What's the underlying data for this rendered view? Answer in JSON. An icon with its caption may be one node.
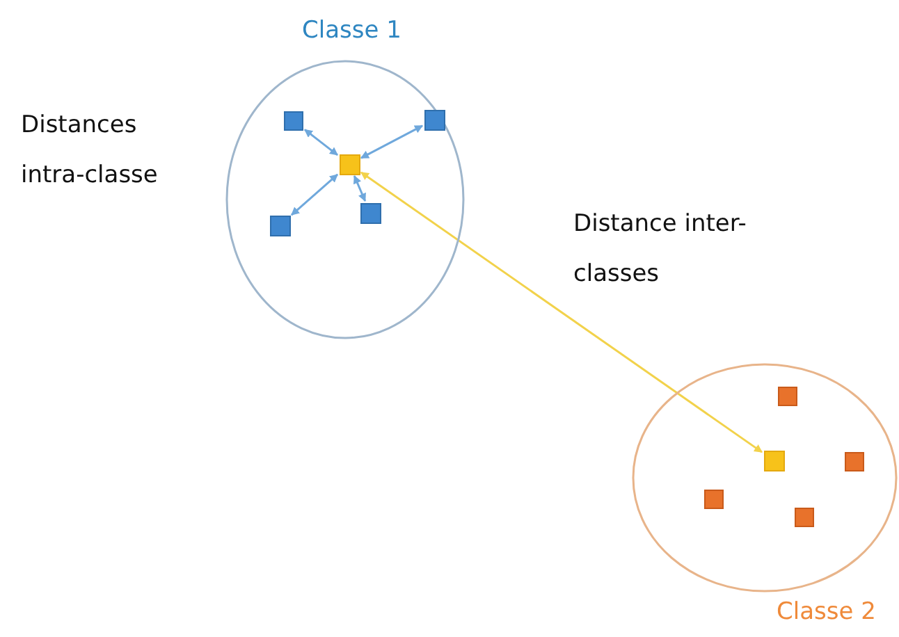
{
  "diagram": {
    "nodes": [
      {
        "text": [
          "Classe 1"
        ]
      },
      {
        "text": [],
        "shape": "box",
        "in": 0
      },
      {
        "text": [],
        "shape": "box",
        "in": 0
      },
      {
        "text": [],
        "shape": "box",
        "in": 0
      },
      {
        "text": [],
        "shape": "box",
        "in": 0
      },
      {
        "text": [],
        "shape": "box",
        "in": 0
      },
      {
        "text": [
          "Classe 2"
        ]
      },
      {
        "text": [],
        "shape": "box",
        "in": 6
      },
      {
        "text": [],
        "shape": "box",
        "in": 6
      },
      {
        "text": [],
        "shape": "box",
        "in": 6
      },
      {
        "text": [],
        "shape": "box",
        "in": 6
      },
      {
        "text": [],
        "shape": "box",
        "in": 6
      }
    ],
    "edges": [
      {
        "from": 1,
        "to": 2,
        "arrow": "both"
      },
      {
        "from": 1,
        "to": 3,
        "arrow": "both"
      },
      {
        "from": 1,
        "to": 4,
        "arrow": "both"
      },
      {
        "from": 1,
        "to": 5,
        "arrow": "both"
      },
      {
        "from": 1,
        "to": 7,
        "arrow": "both",
        "color": "#f2d24b"
      }
    ],
    "labels": [
      "Distances intra-classe",
      "Distance inter-classes"
    ]
  }
}
